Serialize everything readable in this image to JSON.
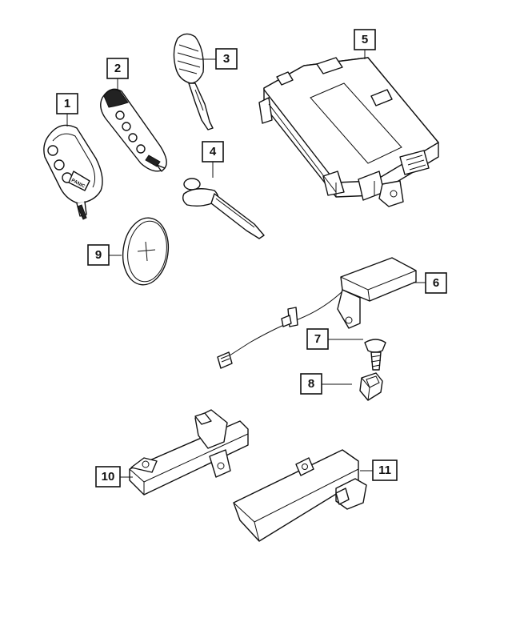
{
  "callouts": [
    {
      "id": "1",
      "label": "1"
    },
    {
      "id": "2",
      "label": "2"
    },
    {
      "id": "3",
      "label": "3"
    },
    {
      "id": "4",
      "label": "4"
    },
    {
      "id": "5",
      "label": "5"
    },
    {
      "id": "6",
      "label": "6"
    },
    {
      "id": "7",
      "label": "7"
    },
    {
      "id": "8",
      "label": "8"
    },
    {
      "id": "9",
      "label": "9"
    },
    {
      "id": "10",
      "label": "10"
    },
    {
      "id": "11",
      "label": "11"
    }
  ],
  "fob_buttons": {
    "panic": "PANIC"
  }
}
